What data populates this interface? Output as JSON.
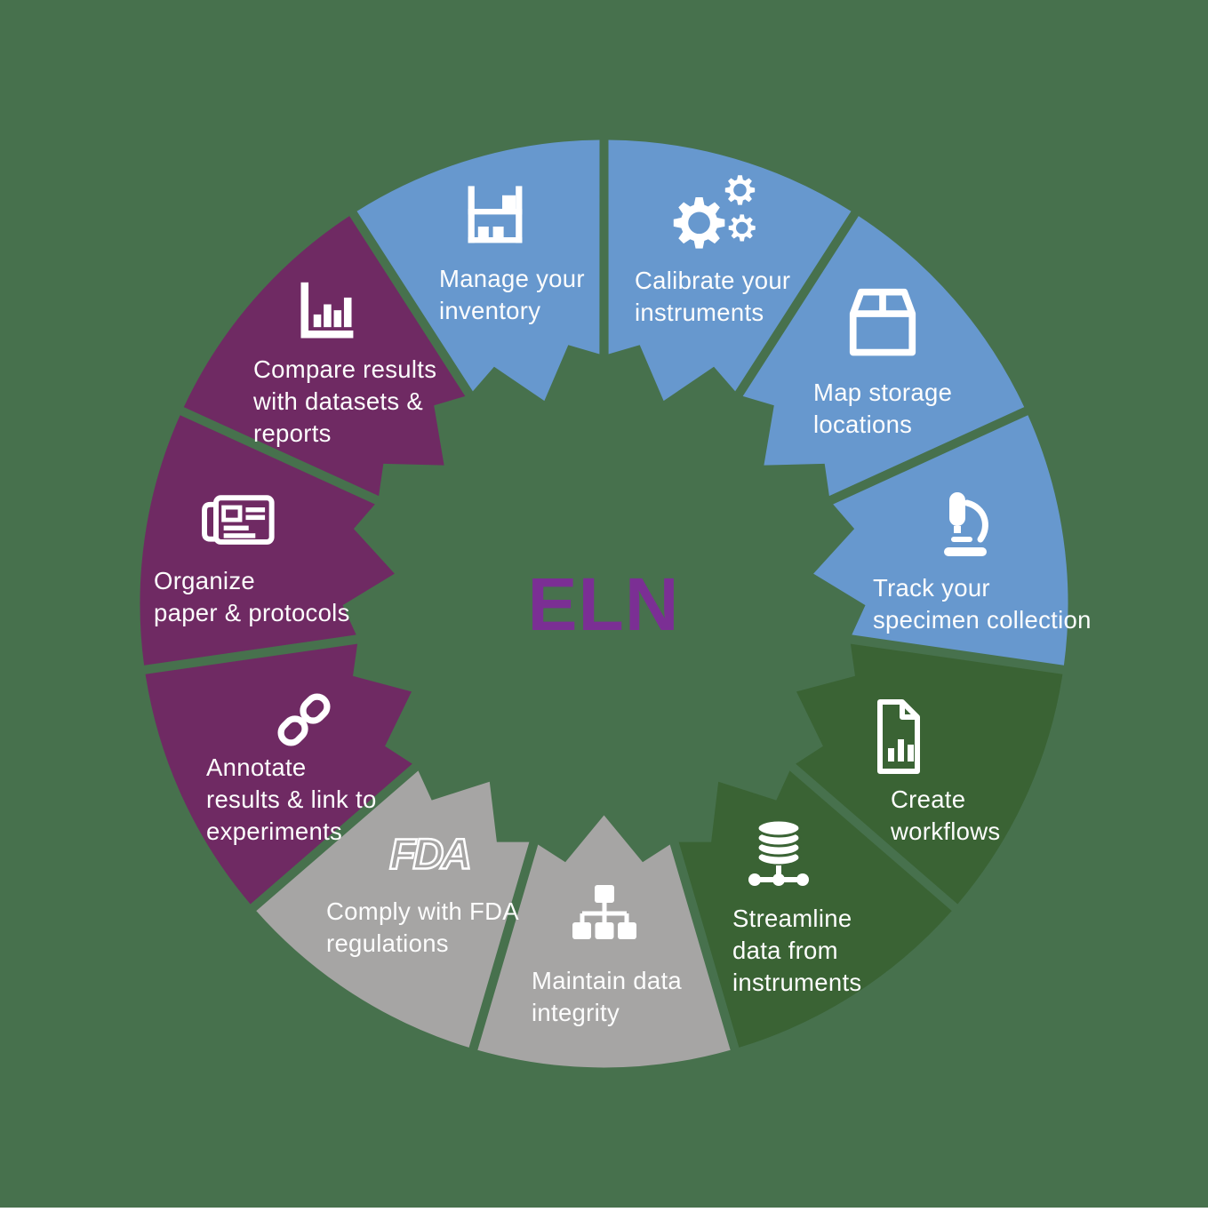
{
  "diagram": {
    "center_label": "ELN",
    "background_color": "#47714d",
    "center_label_color": "#7b2f94",
    "label_text_color": "#fdfdfd",
    "colors": {
      "blue": "#6798ce",
      "green": "#3a6334",
      "gray": "#a6a5a4",
      "purple": "#6f2a63"
    },
    "segments": [
      {
        "id": "calibrate",
        "label": "Calibrate your instruments",
        "lines": [
          "Calibrate your",
          "instruments"
        ],
        "icon": "gears-icon",
        "color": "blue"
      },
      {
        "id": "map",
        "label": "Map storage locations",
        "lines": [
          "Map storage",
          "locations"
        ],
        "icon": "storage-box-icon",
        "color": "blue"
      },
      {
        "id": "track",
        "label": "Track your specimen collection",
        "lines": [
          "Track your",
          "specimen collection"
        ],
        "icon": "microscope-icon",
        "color": "blue"
      },
      {
        "id": "create",
        "label": "Create workflows",
        "lines": [
          "Create",
          "workflows"
        ],
        "icon": "document-chart-icon",
        "color": "green"
      },
      {
        "id": "streamline",
        "label": "Streamline data from instruments",
        "lines": [
          "Streamline",
          "data from",
          "instruments"
        ],
        "icon": "database-network-icon",
        "color": "green"
      },
      {
        "id": "maintain",
        "label": "Maintain data integrity",
        "lines": [
          "Maintain data",
          "integrity"
        ],
        "icon": "sitemap-icon",
        "color": "gray"
      },
      {
        "id": "comply",
        "label": "Comply with FDA regulations",
        "lines": [
          "Comply with FDA",
          "regulations"
        ],
        "icon": "fda-logo-icon",
        "color": "gray"
      },
      {
        "id": "annotate",
        "label": "Annotate results & link to experiments",
        "lines": [
          "Annotate",
          "results & link to",
          "experiments"
        ],
        "icon": "chain-link-icon",
        "color": "purple"
      },
      {
        "id": "organize",
        "label": "Organize paper & protocols",
        "lines": [
          "Organize",
          "paper & protocols"
        ],
        "icon": "newspaper-icon",
        "color": "purple"
      },
      {
        "id": "compare",
        "label": "Compare results with datasets & reports",
        "lines": [
          "Compare results",
          "with datasets &",
          "reports"
        ],
        "icon": "bar-chart-icon",
        "color": "purple"
      },
      {
        "id": "manage",
        "label": "Manage your inventory",
        "lines": [
          "Manage your",
          "inventory"
        ],
        "icon": "inventory-shelf-icon",
        "color": "blue"
      }
    ]
  }
}
